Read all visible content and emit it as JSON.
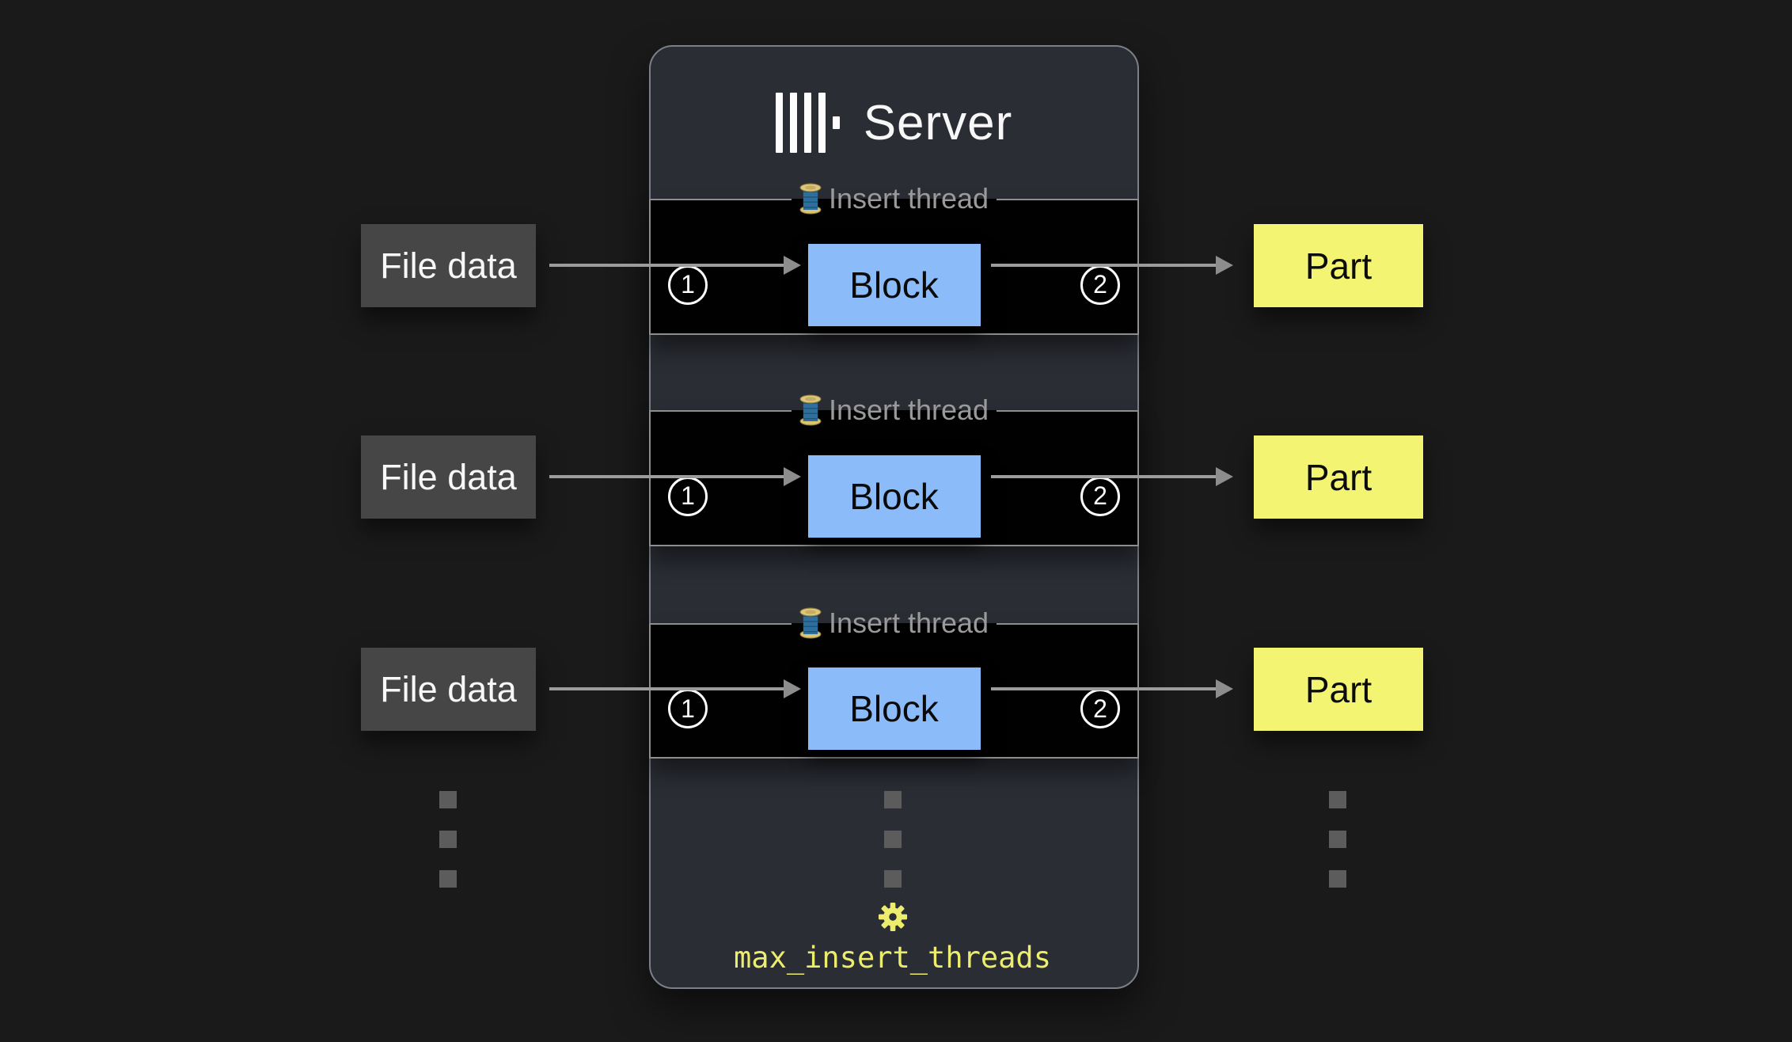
{
  "diagram": {
    "server": {
      "title": "Server",
      "setting": "max_insert_threads"
    },
    "rows": [
      {
        "input": "File data",
        "thread": "Insert thread",
        "step_in": "1",
        "block": "Block",
        "step_out": "2",
        "output": "Part"
      },
      {
        "input": "File data",
        "thread": "Insert thread",
        "step_in": "1",
        "block": "Block",
        "step_out": "2",
        "output": "Part"
      },
      {
        "input": "File data",
        "thread": "Insert thread",
        "step_in": "1",
        "block": "Block",
        "step_out": "2",
        "output": "Part"
      }
    ],
    "colors": {
      "background": "#1a1a1a",
      "panel": "#2a2d34",
      "panel_border": "#7b8088",
      "row_background": "#010101",
      "row_border": "#8e8e8e",
      "block_blue": "#8bbcf9",
      "part_yellow": "#f4f473",
      "input_gray": "#464646",
      "arrow_gray": "#9c9c9c",
      "label_gray": "#9a9a9a",
      "accent_yellow": "#ecec6e"
    }
  }
}
